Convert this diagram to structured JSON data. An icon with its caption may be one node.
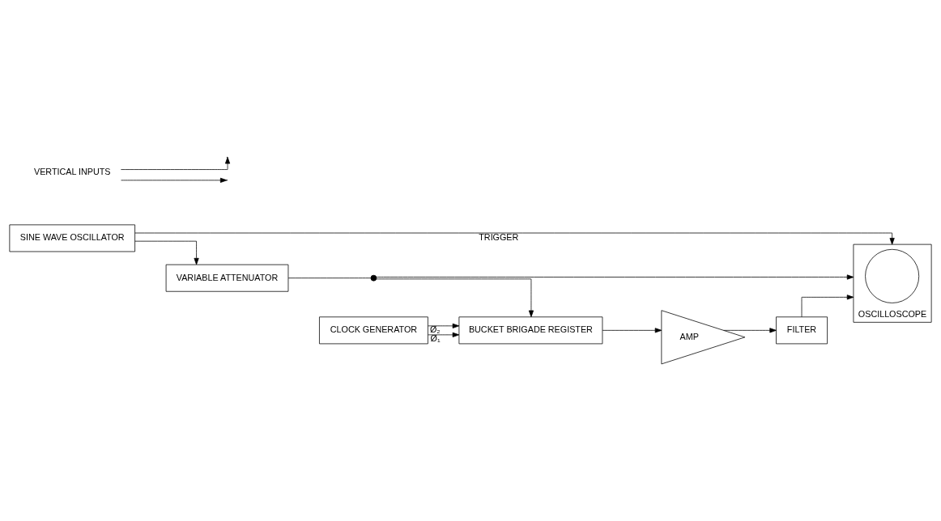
{
  "diagram": {
    "nodes": [
      {
        "text": [
          "SINE WAVE OSCILLATOR"
        ]
      },
      {
        "text": [
          "CLOCK GENERATOR"
        ]
      },
      {
        "text": [
          "OSCILLOSCOPE"
        ]
      },
      {
        "text": [],
        "shape": "circle",
        "in": 2
      },
      {
        "text": [
          "VARIABLE ATTENUATOR"
        ]
      },
      {
        "text": [],
        "shape": "circle"
      },
      {
        "text": [
          "BUCKET BRIGADE REGISTER"
        ]
      },
      {
        "text": [
          "AMP"
        ]
      },
      {
        "text": [
          "FILTER"
        ]
      },
      {
        "text": [
          "VERTICAL INPUTS"
        ]
      }
    ],
    "edges": [
      {
        "from": 0,
        "to": 2,
        "arrow": "to",
        "label": "TRIGGER"
      },
      {
        "from": 0,
        "to": 4,
        "arrow": "to"
      },
      {
        "from": 1,
        "to": 6,
        "arrow": "to",
        "label": "Ø₁"
      },
      {
        "from": 1,
        "to": 6,
        "arrow": "to",
        "label": "Ø₂"
      },
      {
        "from": 4,
        "to": 5,
        "arrow": "none"
      },
      {
        "from": 5,
        "to": 6,
        "arrow": "to"
      },
      {
        "from": 6,
        "to": 7,
        "arrow": "to"
      },
      {
        "from": 7,
        "to": 8,
        "arrow": "to"
      },
      {
        "from": 8,
        "to": 2,
        "arrow": "to"
      },
      {
        "from": 5,
        "to": 2,
        "arrow": "to"
      },
      {
        "from": 9,
        "to": null,
        "arrow": "to"
      },
      {
        "from": 9,
        "to": null,
        "arrow": "to"
      }
    ]
  }
}
